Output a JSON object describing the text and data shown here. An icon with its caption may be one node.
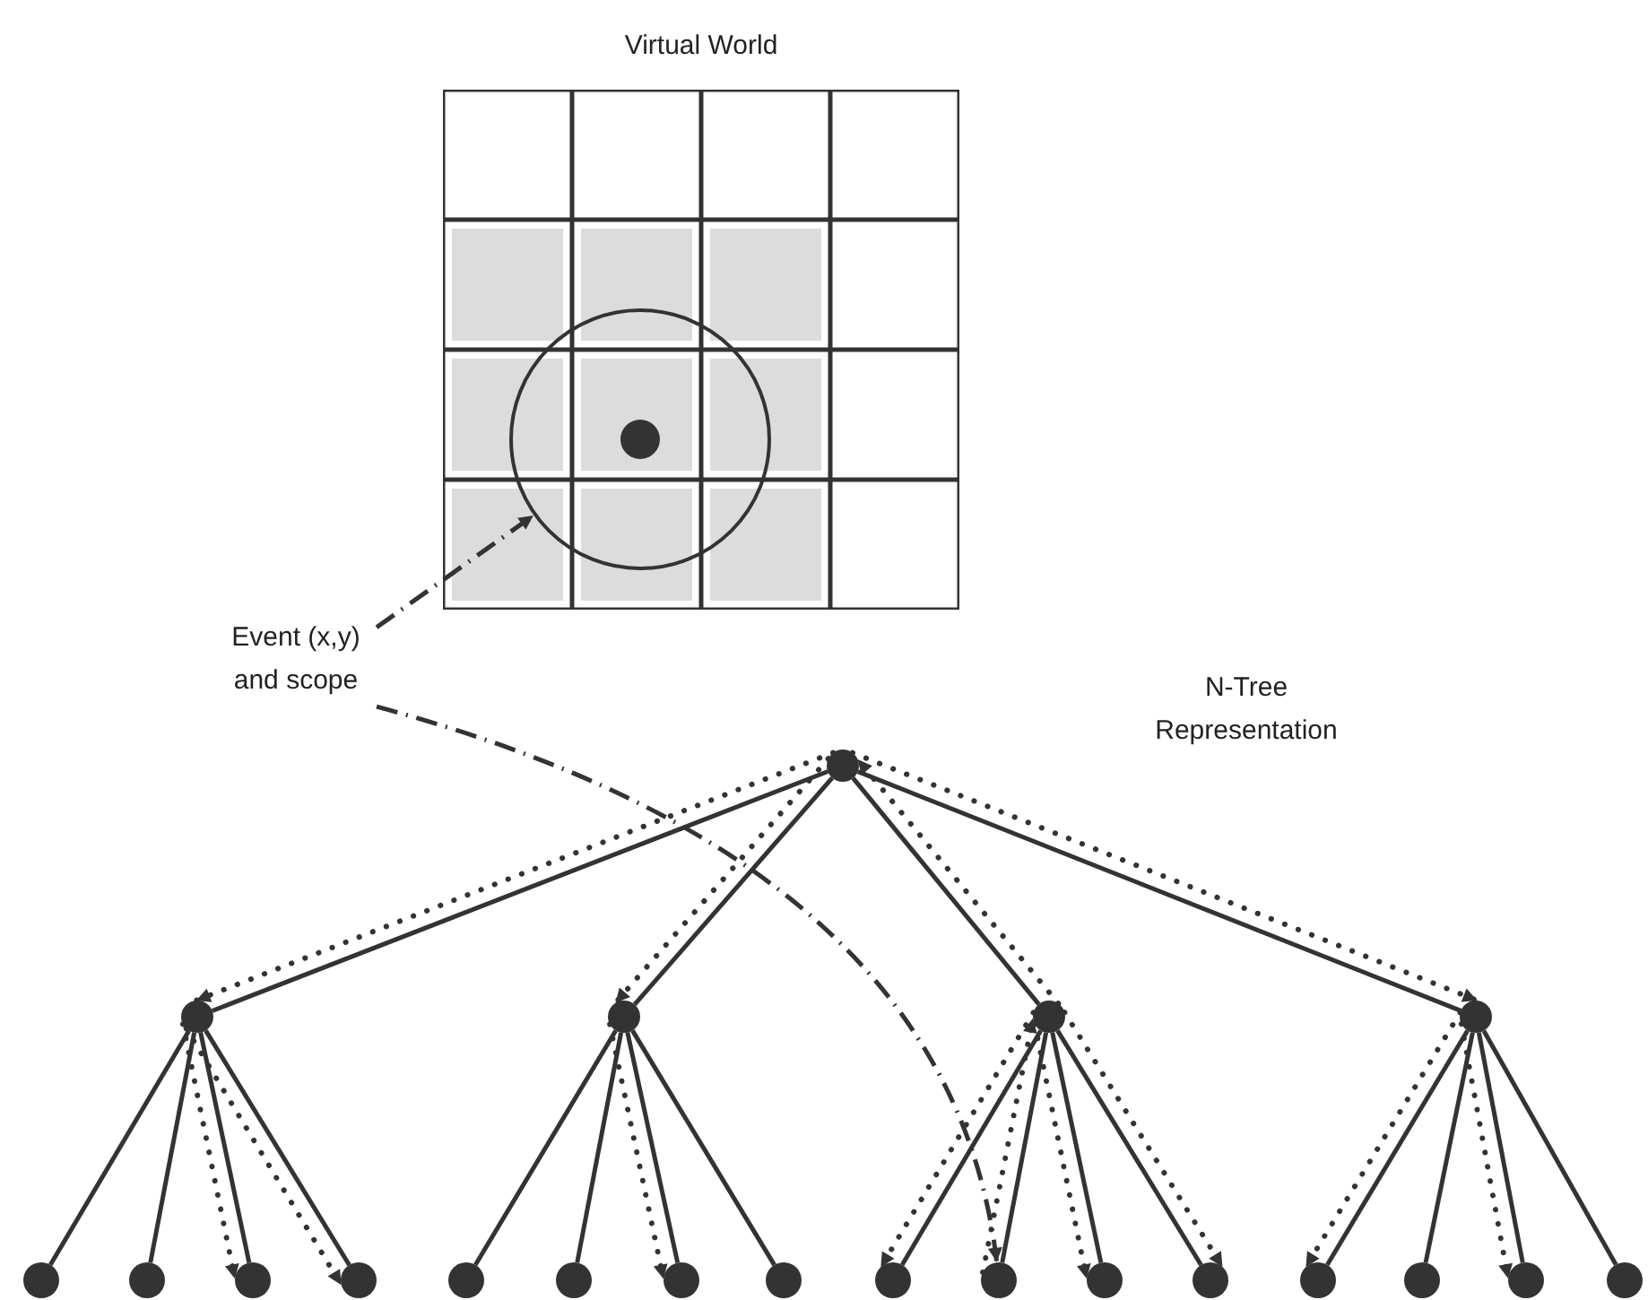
{
  "diagram": {
    "nodes": [
      {
        "text": [
          "Virtual World"
        ]
      },
      {
        "text": [],
        "shape": "circle",
        "in": 0
      },
      {
        "text": [
          "Event (x,y) and scope"
        ]
      },
      {
        "text": [],
        "shape": "circle"
      },
      {
        "text": [],
        "shape": "circle"
      },
      {
        "text": [],
        "shape": "circle"
      },
      {
        "text": [],
        "shape": "circle"
      },
      {
        "text": [],
        "shape": "circle"
      },
      {
        "text": [],
        "shape": "circle"
      },
      {
        "text": [],
        "shape": "circle"
      },
      {
        "text": [],
        "shape": "circle"
      },
      {
        "text": [],
        "shape": "circle"
      },
      {
        "text": [],
        "shape": "circle"
      },
      {
        "text": [],
        "shape": "circle"
      },
      {
        "text": [],
        "shape": "circle"
      },
      {
        "text": [],
        "shape": "circle"
      },
      {
        "text": [],
        "shape": "circle"
      },
      {
        "text": [],
        "shape": "circle"
      },
      {
        "text": [],
        "shape": "circle"
      },
      {
        "text": [],
        "shape": "circle"
      },
      {
        "text": [],
        "shape": "circle"
      },
      {
        "text": [],
        "shape": "circle"
      },
      {
        "text": [],
        "shape": "circle"
      },
      {
        "text": [],
        "shape": "circle"
      }
    ],
    "edges": [
      {
        "from": 3,
        "to": 4,
        "arrow": "none"
      },
      {
        "from": 3,
        "to": 5,
        "arrow": "none"
      },
      {
        "from": 3,
        "to": 6,
        "arrow": "none"
      },
      {
        "from": 3,
        "to": 7,
        "arrow": "none"
      },
      {
        "from": 4,
        "to": 8,
        "arrow": "none"
      },
      {
        "from": 4,
        "to": 9,
        "arrow": "none"
      },
      {
        "from": 4,
        "to": 10,
        "arrow": "none"
      },
      {
        "from": 4,
        "to": 11,
        "arrow": "none"
      },
      {
        "from": 5,
        "to": 12,
        "arrow": "none"
      },
      {
        "from": 5,
        "to": 13,
        "arrow": "none"
      },
      {
        "from": 5,
        "to": 14,
        "arrow": "none"
      },
      {
        "from": 5,
        "to": 15,
        "arrow": "none"
      },
      {
        "from": 6,
        "to": 16,
        "arrow": "none"
      },
      {
        "from": 6,
        "to": 17,
        "arrow": "none"
      },
      {
        "from": 6,
        "to": 18,
        "arrow": "none"
      },
      {
        "from": 6,
        "to": 19,
        "arrow": "none"
      },
      {
        "from": 7,
        "to": 20,
        "arrow": "none"
      },
      {
        "from": 7,
        "to": 21,
        "arrow": "none"
      },
      {
        "from": 7,
        "to": 22,
        "arrow": "none"
      },
      {
        "from": 7,
        "to": 23,
        "arrow": "none"
      },
      {
        "from": 3,
        "to": 4,
        "arrow": "to",
        "style": "dashed"
      },
      {
        "from": 3,
        "to": 5,
        "arrow": "to",
        "style": "dashed"
      },
      {
        "from": 6,
        "to": 3,
        "arrow": "to",
        "style": "dashed"
      },
      {
        "from": 3,
        "to": 7,
        "arrow": "to",
        "style": "dashed"
      },
      {
        "from": 4,
        "to": 10,
        "arrow": "to",
        "style": "dashed"
      },
      {
        "from": 4,
        "to": 11,
        "arrow": "to",
        "style": "dashed"
      },
      {
        "from": 5,
        "to": 14,
        "arrow": "to",
        "style": "dashed"
      },
      {
        "from": 6,
        "to": 16,
        "arrow": "to",
        "style": "dashed"
      },
      {
        "from": 17,
        "to": 6,
        "arrow": "to",
        "style": "dashed"
      },
      {
        "from": 6,
        "to": 18,
        "arrow": "to",
        "style": "dashed"
      },
      {
        "from": 6,
        "to": 19,
        "arrow": "to",
        "style": "dashed"
      },
      {
        "from": 7,
        "to": 20,
        "arrow": "to",
        "style": "dashed"
      },
      {
        "from": 7,
        "to": 22,
        "arrow": "to",
        "style": "dashed"
      },
      {
        "from": 2,
        "to": 1,
        "arrow": "to",
        "style": "dashed"
      },
      {
        "from": 2,
        "to": 17,
        "arrow": "to",
        "style": "dashed"
      }
    ],
    "labels": [
      "N-Tree Representation"
    ]
  }
}
